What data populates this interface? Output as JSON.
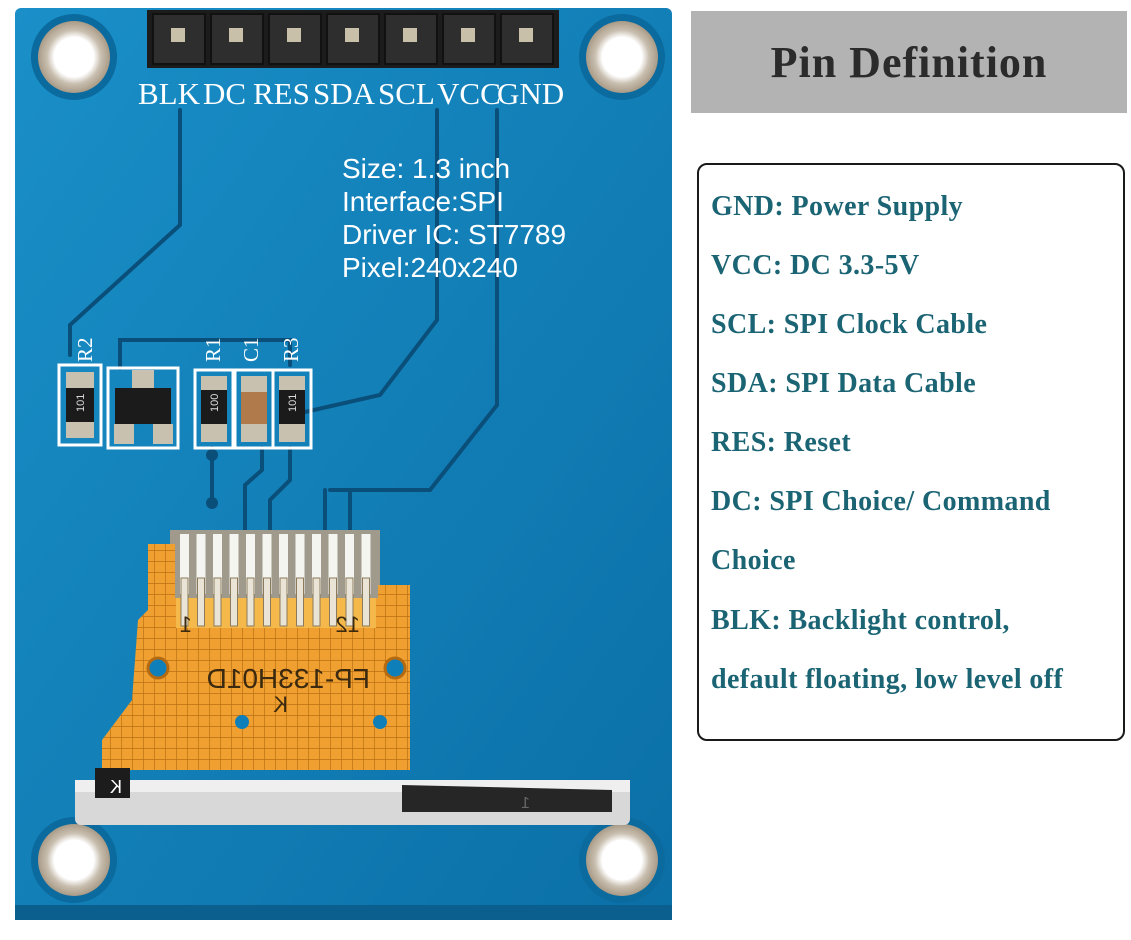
{
  "board": {
    "pin_labels": [
      "BLK",
      "DC",
      "RES",
      "SDA",
      "SCL",
      "VCC",
      "GND"
    ],
    "specs": {
      "size": "Size: 1.3 inch",
      "interface": "Interface:SPI",
      "driver": "Driver IC: ST7789",
      "pixel": "Pixel:240x240"
    },
    "component_labels": {
      "r2": "R2",
      "r1": "R1",
      "c1": "C1",
      "r3": "R3",
      "r2_code": "101",
      "r1_code": "100",
      "r3_code": "101"
    },
    "flex_cable": {
      "part_number": "FP-133H01D",
      "pin_first": "1",
      "pin_last": "12",
      "mark": "K",
      "edge_mark": "1"
    },
    "colors": {
      "pcb": "#0f7fb9",
      "flex": "#f0a030",
      "text_teal": "#1b6474"
    }
  },
  "pin_definition": {
    "title": "Pin Definition",
    "lines": [
      "GND: Power Supply",
      "VCC: DC 3.3-5V",
      "SCL:  SPI Clock Cable",
      "SDA: SPI Data Cable",
      "RES: Reset",
      "DC: SPI Choice/ Command",
      "Choice",
      "BLK: Backlight control,",
      "default floating, low level off"
    ]
  }
}
